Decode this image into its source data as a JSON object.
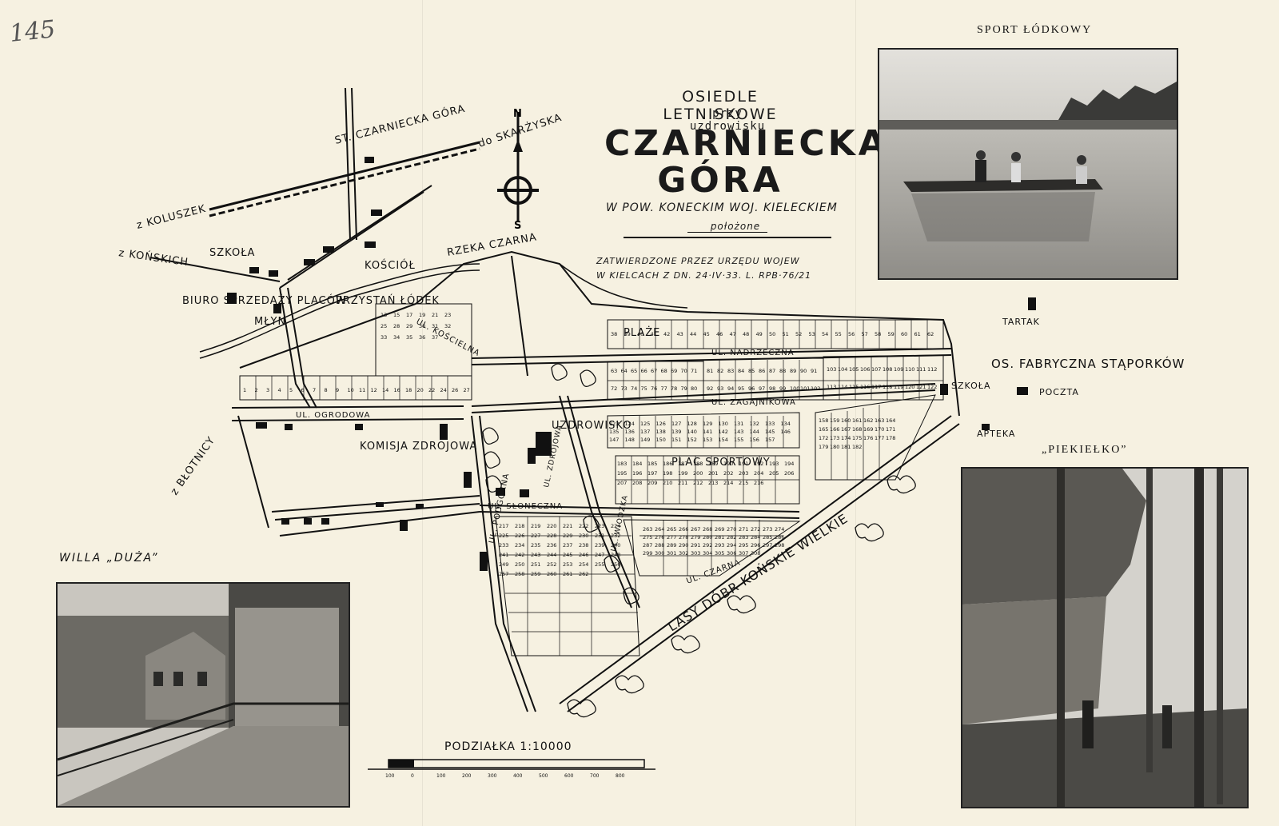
{
  "page": {
    "handwritten_number": "145",
    "headline": {
      "line1": "OSIEDLE LETNISKOWE",
      "line2": "przy uzdrowisku",
      "name_line1": "CZARNIECKA",
      "name_line2": "GÓRA",
      "location": "W POW. KONECKIM WOJ. KIELECKIEM",
      "located": "położone",
      "approval_line1": "ZATWIERDZONE PRZEZ URZĘDU WOJEW",
      "approval_line2": "W KIELCACH Z DN. 24·IV·33. L. RPB·76/21"
    },
    "photos": {
      "boat_caption": "SPORT ŁÓDKOWY",
      "villa_caption": "WILLA „DUŻA”",
      "rock_caption": "„PIEKIEŁKO”"
    },
    "map": {
      "north": "N",
      "south": "S",
      "labels": {
        "station": "ST. CZARNIECKA GÓRA",
        "to_skarzysko": "do SKARŻYSKA",
        "from_koluszki": "z KOLUSZEK",
        "from_konskie": "z KOŃSKICH",
        "from_blotnica": "z BŁOTNICY",
        "school": "SZKOŁA",
        "church": "KOŚCIÓŁ",
        "office": "BIURO SPRZEDAŻY PLACÓW",
        "mill": "MŁYN",
        "boat_dock": "PRZYSTAŃ ŁÓDEK",
        "river": "RZEKA CZARNA",
        "beaches": "PLAŻE",
        "spa": "UZDROWISKO",
        "commission": "KOMISJA ZDROJOWA",
        "sports": "PLAC SPORTOWY",
        "forest": "LASY DÓBR KOŃSKIE WIELKIE",
        "sawmill": "TARTAK",
        "factory_estate": "OS. FABRYCZNA STĄPORKÓW",
        "school2": "SZKOŁA",
        "post": "POCZTA",
        "pharmacy": "APTEKA",
        "st_ogrodowa": "UL. OGRODOWA",
        "st_nadrzeczna": "UL. NADRZECZNA",
        "st_zagajnikowa": "UL. ZAGAJNIKOWA",
        "st_sloneczna": "UL. SŁONECZNA",
        "st_podgorna": "UL. PODGÓRNA",
        "st_koscielna": "UL. KOŚCIELNA",
        "st_czarna": "UL. CZARNA",
        "st_zdrojowa": "UL. ZDROJOWA",
        "st_wiodzka": "UL. WIODZKA"
      },
      "plot_numbers": {
        "west_row": [
          "1",
          "2",
          "3",
          "4",
          "5",
          "6",
          "7",
          "8",
          "9",
          "10",
          "11",
          "12",
          "14",
          "16",
          "18",
          "20",
          "22",
          "24",
          "26",
          "27"
        ],
        "church_block": [
          "13",
          "15",
          "17",
          "19",
          "21",
          "23",
          "25",
          "28",
          "29",
          "30",
          "31",
          "32",
          "33",
          "34",
          "35",
          "36",
          "37"
        ],
        "river_row": [
          "38",
          "39",
          "40",
          "41",
          "42",
          "43",
          "44",
          "45",
          "46",
          "47",
          "48",
          "49",
          "50",
          "51",
          "52",
          "53",
          "54",
          "55",
          "56",
          "57",
          "58",
          "59",
          "60",
          "61",
          "62"
        ],
        "plaze_block": [
          "63",
          "64",
          "65",
          "66",
          "67",
          "68",
          "69",
          "70",
          "71",
          "72",
          "73",
          "74",
          "75",
          "76",
          "77",
          "78",
          "79",
          "80"
        ],
        "nadrzeczna_south": [
          "81",
          "82",
          "83",
          "84",
          "85",
          "86",
          "87",
          "88",
          "89",
          "90",
          "91",
          "92",
          "93",
          "94",
          "95",
          "96",
          "97",
          "98",
          "99",
          "100",
          "101",
          "102"
        ],
        "east_block": [
          "103",
          "104",
          "105",
          "106",
          "107",
          "108",
          "109",
          "110",
          "111",
          "112",
          "113",
          "114",
          "115",
          "116",
          "117",
          "118",
          "119",
          "120",
          "121",
          "122"
        ],
        "zagajnikowa_north": [
          "123",
          "124",
          "125",
          "126",
          "127",
          "128",
          "129",
          "130",
          "131",
          "132",
          "133",
          "134",
          "135",
          "136",
          "137",
          "138",
          "139",
          "140",
          "141",
          "142",
          "143",
          "144",
          "145",
          "146",
          "147",
          "148",
          "149",
          "150",
          "151",
          "152",
          "153",
          "154",
          "155",
          "156",
          "157"
        ],
        "zagajnikowa_east": [
          "158",
          "159",
          "160",
          "161",
          "162",
          "163",
          "164",
          "165",
          "166",
          "167",
          "168",
          "169",
          "170",
          "171",
          "172",
          "173",
          "174",
          "175",
          "176",
          "177",
          "178",
          "179",
          "180",
          "181",
          "182"
        ],
        "sports_block": [
          "183",
          "184",
          "185",
          "186",
          "187",
          "188",
          "189",
          "190",
          "191",
          "192",
          "193",
          "194",
          "195",
          "196",
          "197",
          "198",
          "199",
          "200",
          "201",
          "202",
          "203",
          "204",
          "205",
          "206",
          "207",
          "208",
          "209",
          "210",
          "211",
          "212",
          "213",
          "214",
          "215",
          "216"
        ],
        "sloneczna_block": [
          "217",
          "218",
          "219",
          "220",
          "221",
          "222",
          "223",
          "224",
          "225",
          "226",
          "227",
          "228",
          "229",
          "230",
          "231",
          "232",
          "233",
          "234",
          "235",
          "236",
          "237",
          "238",
          "239",
          "240",
          "241",
          "242",
          "243",
          "244",
          "245",
          "246",
          "247",
          "248",
          "249",
          "250",
          "251",
          "252",
          "253",
          "254",
          "255",
          "256",
          "257",
          "258",
          "259",
          "260",
          "261",
          "262"
        ],
        "czarna_block": [
          "263",
          "264",
          "265",
          "266",
          "267",
          "268",
          "269",
          "270",
          "271",
          "272",
          "273",
          "274",
          "275",
          "276",
          "277",
          "278",
          "279",
          "280",
          "281",
          "282",
          "283",
          "284",
          "285",
          "286",
          "287",
          "288",
          "289",
          "290",
          "291",
          "292",
          "293",
          "294",
          "295",
          "296",
          "297",
          "298",
          "299",
          "300",
          "301",
          "302",
          "303",
          "304",
          "305",
          "306",
          "307",
          "308"
        ]
      },
      "scale": {
        "label": "PODZIAŁKA 1:10000",
        "ticks": [
          "100",
          "0",
          "100",
          "200",
          "300",
          "400",
          "500",
          "600",
          "700",
          "800"
        ]
      }
    }
  }
}
